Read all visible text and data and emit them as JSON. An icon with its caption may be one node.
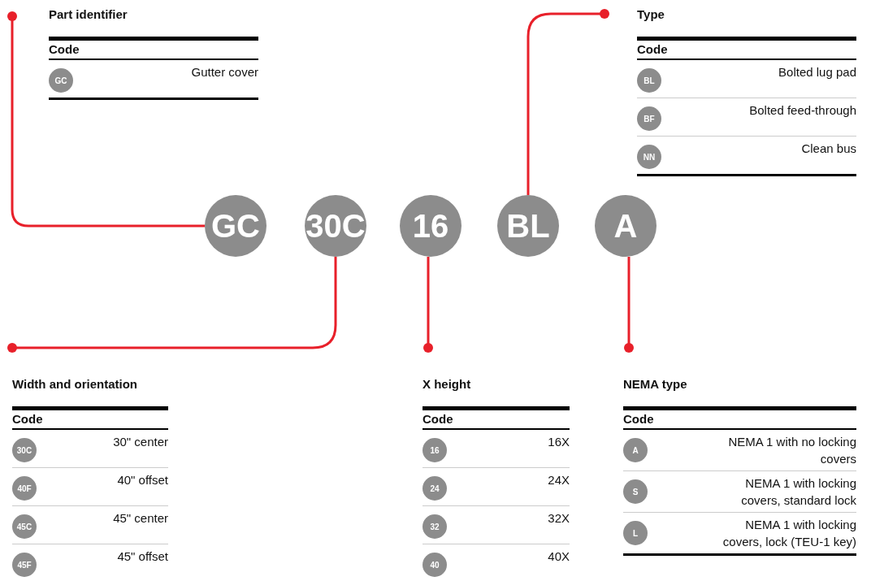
{
  "diagram": {
    "nodes": [
      {
        "text": [
          "Part identifier",
          "Code"
        ]
      },
      {
        "text": [
          "GC"
        ],
        "in": 0
      },
      {
        "text": [
          "Type",
          "Code"
        ]
      },
      {
        "text": [
          "BL"
        ],
        "in": 2
      },
      {
        "text": [
          "BF"
        ],
        "in": 2
      },
      {
        "text": [
          "NN"
        ],
        "in": 2
      },
      {
        "text": [
          "GC"
        ]
      },
      {
        "text": [
          "30C"
        ]
      },
      {
        "text": [
          "16"
        ]
      },
      {
        "text": [
          "BL"
        ]
      },
      {
        "text": [
          "A"
        ]
      },
      {
        "text": [
          "Width and orientation",
          "Code"
        ]
      },
      {
        "text": [
          "30C"
        ],
        "in": 11
      },
      {
        "text": [
          "40F"
        ],
        "in": 11
      },
      {
        "text": [
          "45C"
        ],
        "in": 11
      },
      {
        "text": [
          "45F"
        ],
        "in": 11
      },
      {
        "text": [
          "X height",
          "Code"
        ]
      },
      {
        "text": [
          "16"
        ],
        "in": 16
      },
      {
        "text": [
          "24"
        ],
        "in": 16
      },
      {
        "text": [
          "32"
        ],
        "in": 16
      },
      {
        "text": [
          "40"
        ],
        "in": 16
      },
      {
        "text": [
          "NEMA type",
          "Code"
        ]
      },
      {
        "text": [
          "A"
        ],
        "in": 21
      },
      {
        "text": [
          "S"
        ],
        "in": 21
      },
      {
        "text": [
          "L"
        ],
        "in": 21
      }
    ],
    "edges": [
      {
        "from": 6,
        "to": 0,
        "arrow": "other"
      },
      {
        "from": 7,
        "to": 11,
        "arrow": "other"
      },
      {
        "from": 8,
        "to": 16,
        "arrow": "other"
      },
      {
        "from": 9,
        "to": 2,
        "arrow": "other"
      },
      {
        "from": 10,
        "to": 21,
        "arrow": "other"
      }
    ],
    "labels": [
      "Gutter cover",
      "Bolted lug pad",
      "Bolted feed-through",
      "Clean bus",
      "30\" center",
      "40\" offset",
      "45\" center",
      "45\" offset",
      "16X",
      "24X",
      "32X",
      "40X",
      "NEMA 1 with no locking covers",
      "NEMA 1 with locking covers, standard lock",
      "NEMA 1 with locking covers, lock (TEU-1 key)"
    ]
  }
}
